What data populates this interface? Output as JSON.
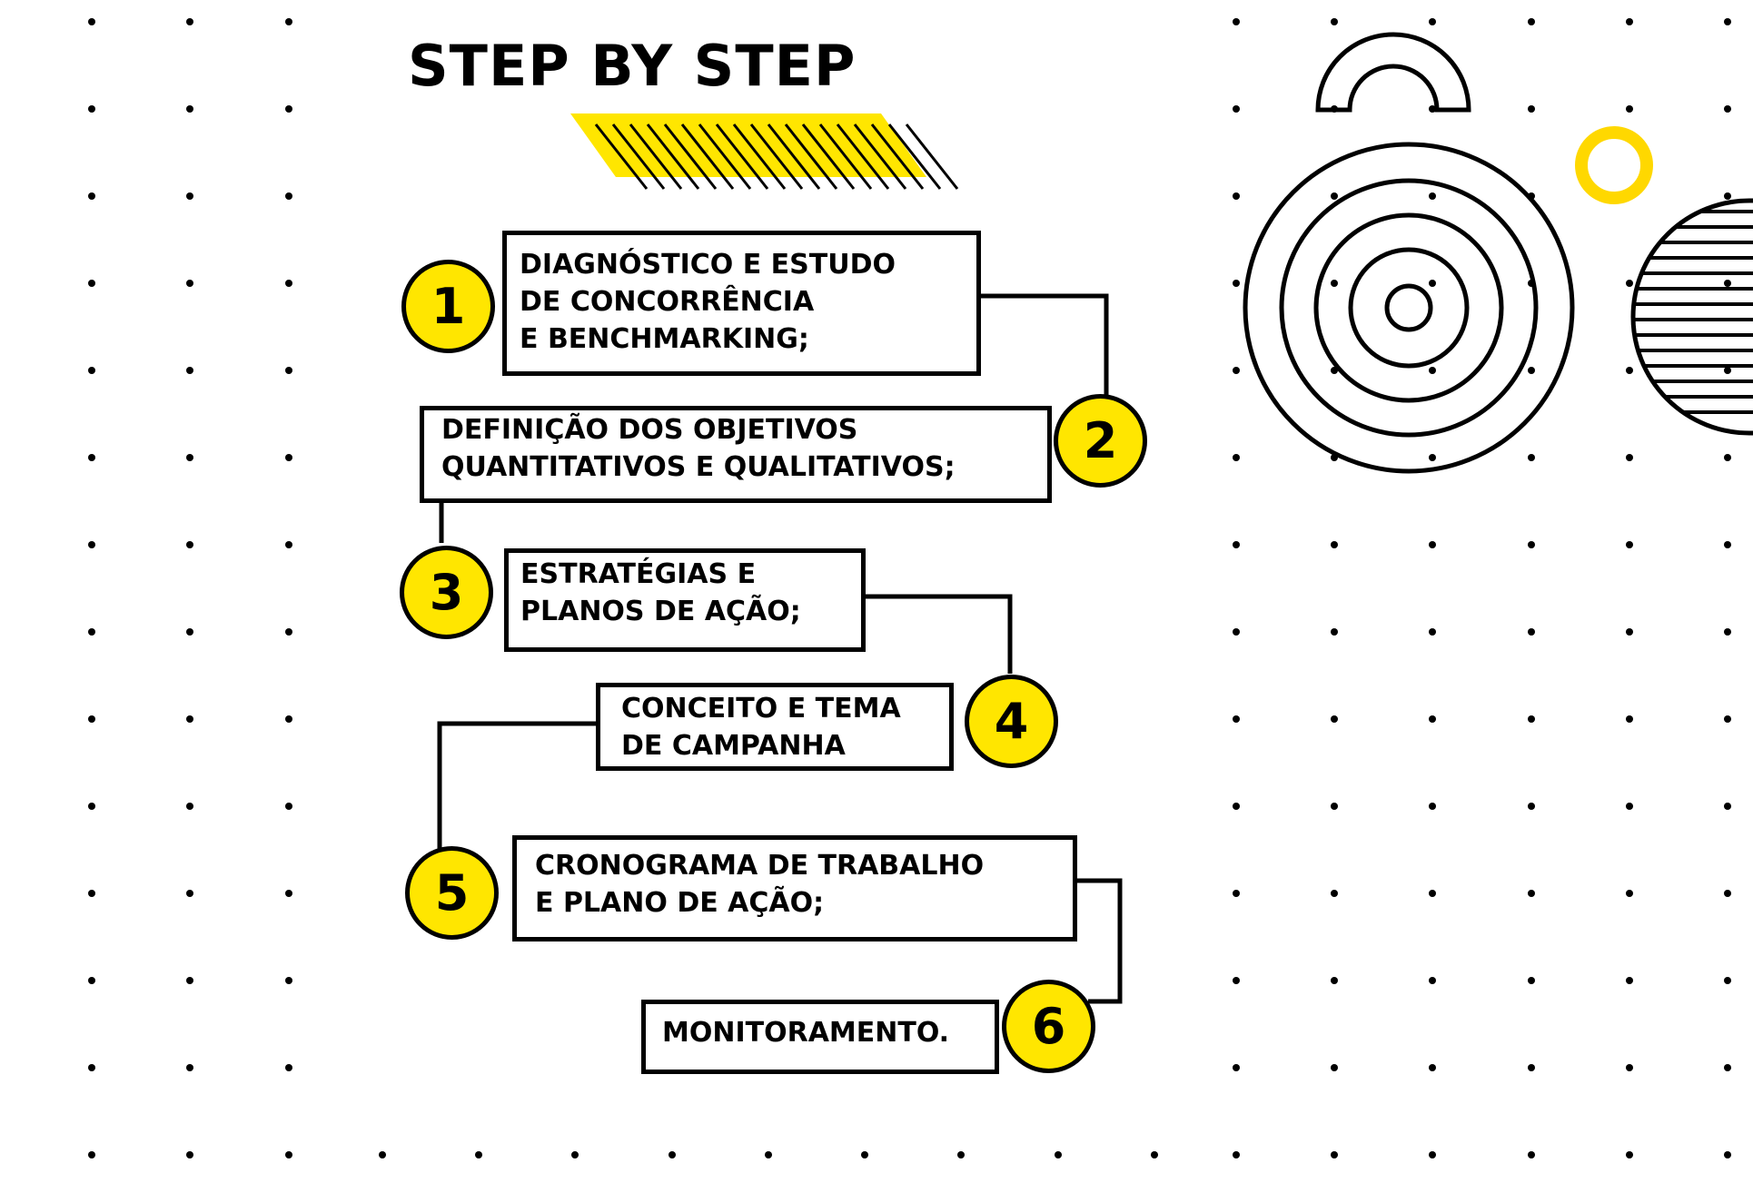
{
  "title": "STEP BY STEP",
  "colors": {
    "accent": "#ffe600",
    "ink": "#000000",
    "ring": "#ffd800"
  },
  "steps": [
    {
      "number": "1",
      "text": "DIAGNÓSTICO E ESTUDO\nDE CONCORRÊNCIA\nE BENCHMARKING;"
    },
    {
      "number": "2",
      "text": "DEFINIÇÃO DOS OBJETIVOS\nQUANTITATIVOS E QUALITATIVOS;"
    },
    {
      "number": "3",
      "text": "ESTRATÉGIAS E\nPLANOS DE AÇÃO;"
    },
    {
      "number": "4",
      "text": "CONCEITO E TEMA\nDE CAMPANHA"
    },
    {
      "number": "5",
      "text": "CRONOGRAMA DE TRABALHO\nE PLANO DE AÇÃO;"
    },
    {
      "number": "6",
      "text": "MONITORAMENTO."
    }
  ]
}
